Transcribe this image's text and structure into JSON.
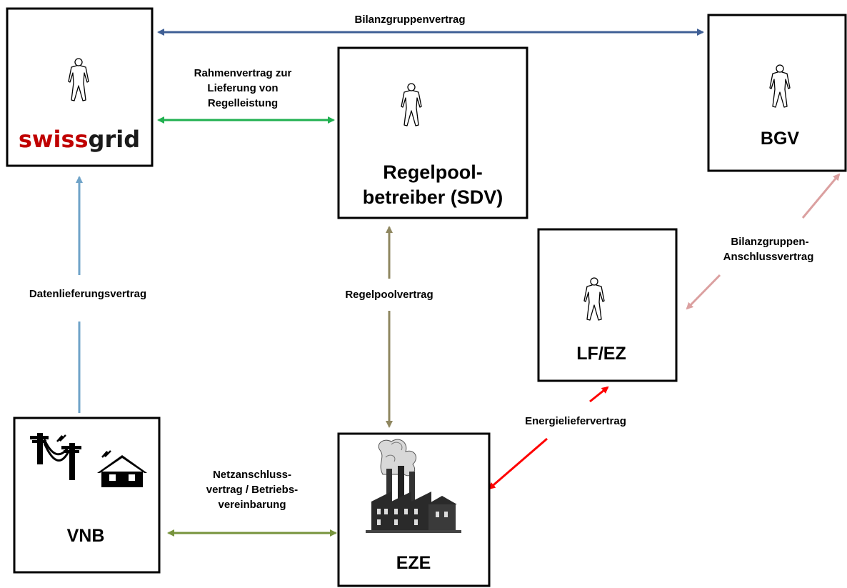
{
  "colors": {
    "contract_blue_dark": "#3f5f95",
    "contract_green": "#20b050",
    "contract_lightblue": "#6fa3c8",
    "contract_olive": "#8f8760",
    "contract_rose": "#dba0a0",
    "contract_red": "#ff0000",
    "contract_olive_green": "#77933c",
    "swissgrid_red": "#c00000",
    "swissgrid_dark": "#1a1a1a"
  },
  "nodes": {
    "swissgrid": {
      "logo_part1": "swiss",
      "logo_part2": "grid",
      "icon": "person-icon"
    },
    "bgv": {
      "label": "BGV",
      "icon": "person-icon"
    },
    "regelpool": {
      "label_line1": "Regelpool-",
      "label_line2": "betreiber (SDV)",
      "icon": "person-icon"
    },
    "lfez": {
      "label": "LF/EZ",
      "icon": "person-icon"
    },
    "vnb": {
      "label": "VNB",
      "icon": "power-line-house-icon"
    },
    "eze": {
      "label": "EZE",
      "icon": "factory-icon"
    }
  },
  "edges": {
    "bilanzgruppenvertrag": {
      "label": "Bilanzgruppenvertrag"
    },
    "rahmenvertrag": {
      "line1": "Rahmenvertrag zur",
      "line2": "Lieferung von",
      "line3": "Regelleistung"
    },
    "datenlieferungsvertrag": {
      "label": "Datenlieferungsvertrag"
    },
    "regelpoolvertrag": {
      "label": "Regelpoolvertrag"
    },
    "bilanzgruppen_anschluss": {
      "line1": "Bilanzgruppen-",
      "line2": "Anschlussvertrag"
    },
    "energieliefervertrag": {
      "label": "Energieliefervertrag"
    },
    "netzanschluss": {
      "line1": "Netzanschluss-",
      "line2": "vertrag / Betriebs-",
      "line3": "vereinbarung"
    }
  }
}
